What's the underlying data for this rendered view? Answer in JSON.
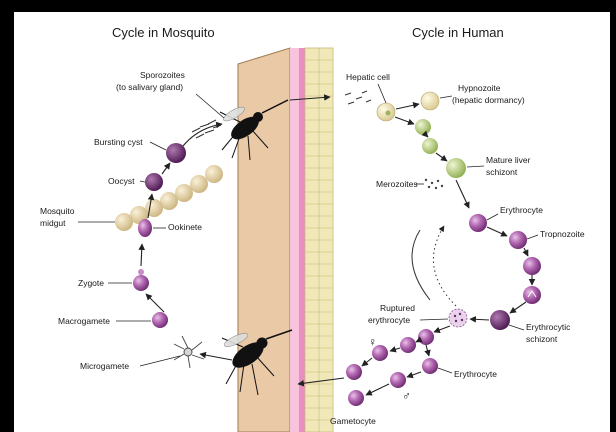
{
  "headings": {
    "mosquito": "Cycle in Mosquito",
    "human": "Cycle in Human"
  },
  "mosquito_labels": {
    "sporozoites_1": "Sporozoites",
    "sporozoites_2": "(to salivary gland)",
    "bursting_cyst": "Bursting cyst",
    "oocyst": "Oocyst",
    "mosquito_midgut_1": "Mosquito",
    "mosquito_midgut_2": "midgut",
    "ookinete": "Ookinete",
    "zygote": "Zygote",
    "macrogamete": "Macrogamete",
    "microgamete": "Microgamete"
  },
  "human_labels": {
    "hepatic_cell": "Hepatic cell",
    "hypnozoite_1": "Hypnozoite",
    "hypnozoite_2": "(hepatic dormancy)",
    "mature_liver_1": "Mature liver",
    "mature_liver_2": "schizont",
    "merozoites": "Merozoites",
    "erythrocyte_top": "Erythrocyte",
    "trophozoite": "Tropnozoite",
    "ruptured_1": "Ruptured",
    "ruptured_2": "erythrocyte",
    "erythrocytic_1": "Erythrocytic",
    "erythrocytic_2": "schizont",
    "erythrocyte_bottom": "Erythrocyte",
    "gametocyte": "Gametocyte"
  },
  "symbols": {
    "female": "♀",
    "male": "♂"
  },
  "colors": {
    "purple_dark": "#6b2a6e",
    "purple_light": "#c98ac8",
    "skin": "#e9c9a6",
    "cream": "#f1e8b9",
    "pink_layer": "#f2a6cf",
    "green_cell": "#b9cf7e"
  }
}
